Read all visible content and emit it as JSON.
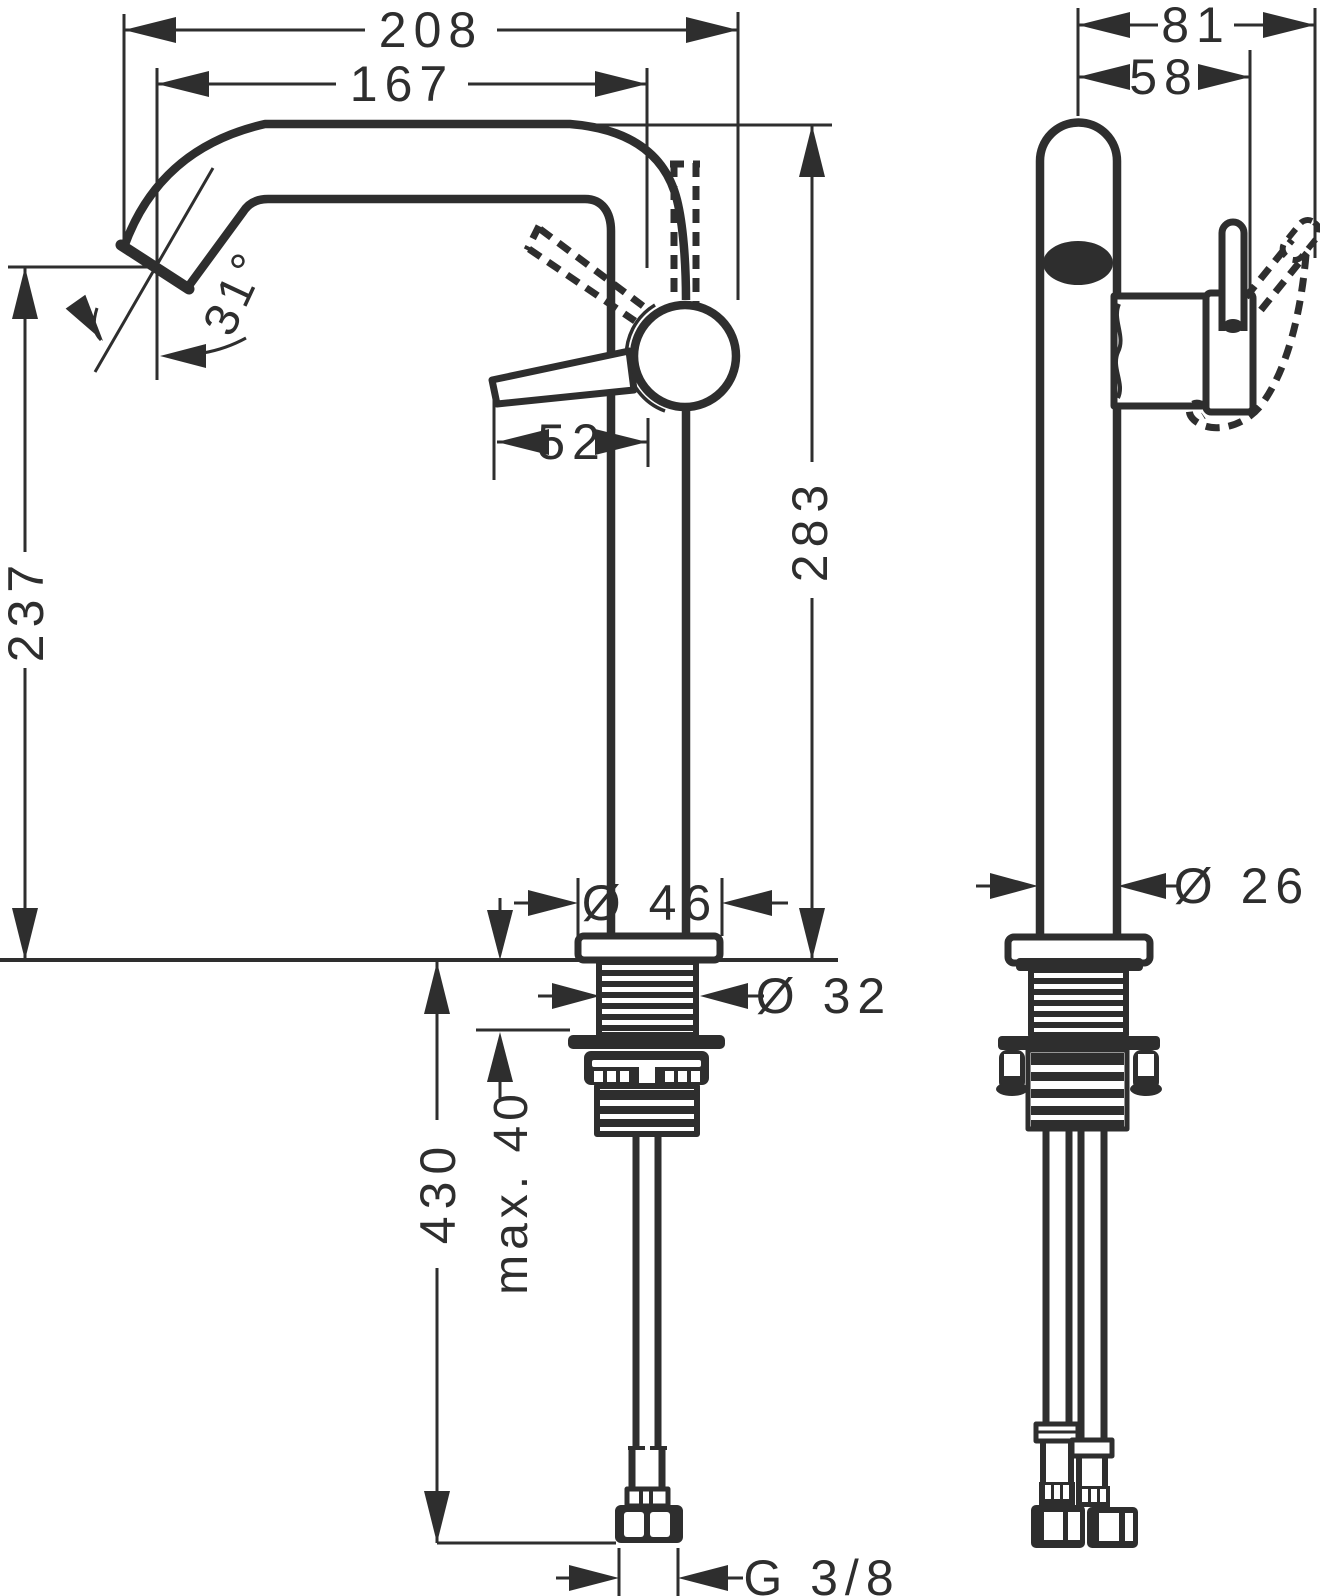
{
  "drawing": {
    "title": "Single-lever basin mixer — dimensional technical drawing, front and side views",
    "units": "mm",
    "line_color": "#2e2e2e",
    "background_color": "#ffffff",
    "labels": {
      "overall_reach": "208",
      "spout_reach": "167",
      "overall_depth": "81",
      "handle_depth": "58",
      "spout_angle": "31°",
      "lever_length": "52",
      "height_spout_top": "283",
      "height_outlet": "237",
      "base_diameter": "Ø 46",
      "shank_diameter": "Ø 32",
      "body_diameter": "Ø 26",
      "max_counter_thickness": "max. 40",
      "hose_length": "430",
      "connection_thread": "G 3/8"
    }
  }
}
